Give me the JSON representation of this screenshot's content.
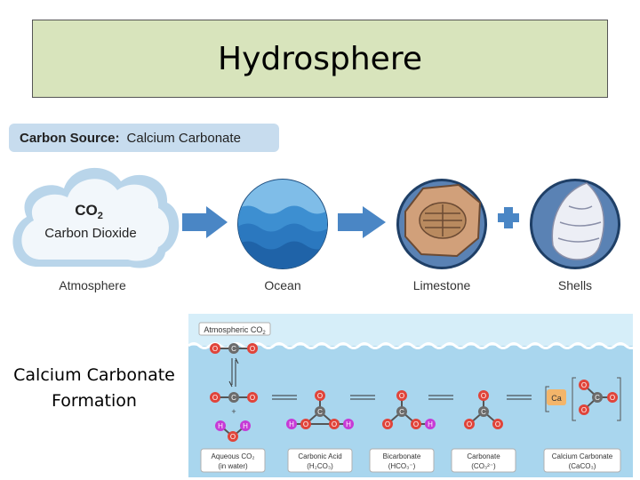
{
  "title": "Hydrosphere",
  "banner": {
    "bold": "Carbon Source:",
    "rest": "Calcium Carbonate"
  },
  "cloud": {
    "formula": "CO",
    "subscript": "2",
    "name": "Carbon Dioxide"
  },
  "stages": [
    "Atmosphere",
    "Ocean",
    "Limestone",
    "Shells"
  ],
  "side_label": [
    "Calcium Carbonate",
    "Formation"
  ],
  "reaction": {
    "header_label": "Atmospheric CO",
    "header_sub": "2",
    "atoms": {
      "O": "O",
      "C": "C",
      "H": "H",
      "Ca": "Ca"
    },
    "captions": [
      {
        "line1": "Aqueous CO₂",
        "line2": "(in water)"
      },
      {
        "line1": "Carbonic Acid",
        "line2": "(H₂CO₃)"
      },
      {
        "line1": "Bicarbonate",
        "line2": "(HCO₃⁻)"
      },
      {
        "line1": "Carbonate",
        "line2": "(CO₃²⁻)"
      },
      {
        "line1": "Calcium Carbonate",
        "line2": "(CaCO₃)"
      }
    ]
  },
  "colors": {
    "title_bg": "#d8e4bc",
    "banner_bg": "#c7dcee",
    "arrow": "#4a86c5",
    "oxygen": "#e0443a",
    "carbon": "#6b6b6b",
    "hydrogen": "#c63bd6",
    "calcium": "#f3b56a",
    "water": "#a9d6ee"
  }
}
